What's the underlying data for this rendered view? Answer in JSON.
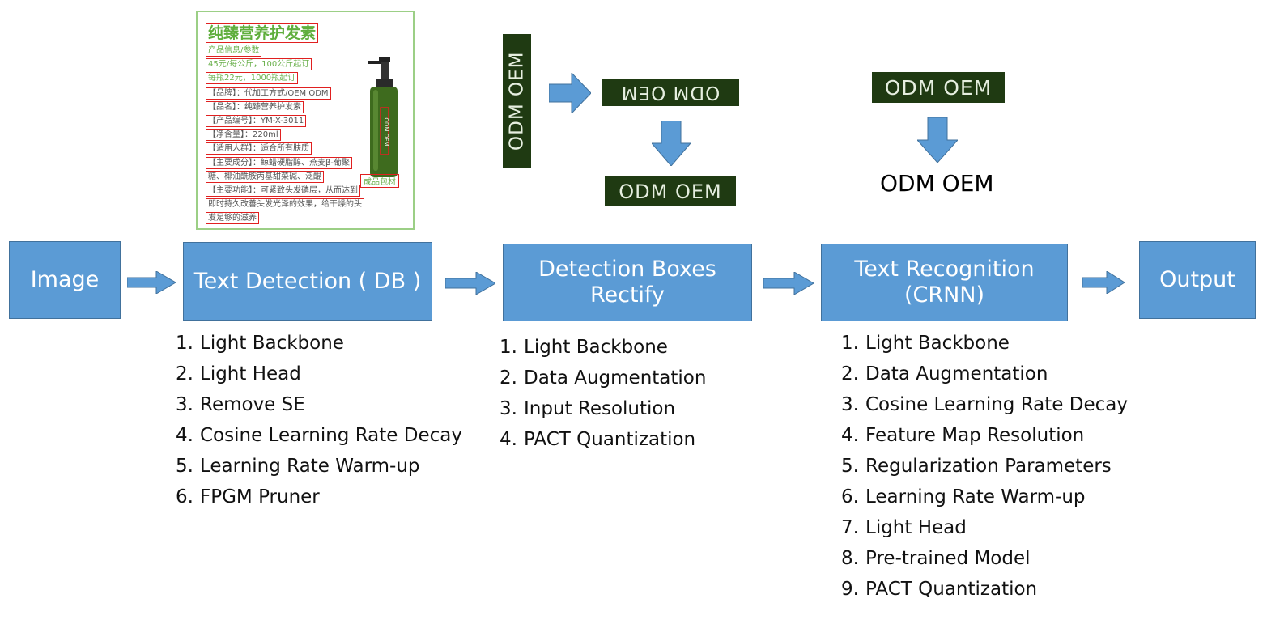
{
  "pipeline": {
    "image": "Image",
    "text_detection": "Text Detection ( DB )",
    "detection_rectify_line1": "Detection Boxes",
    "detection_rectify_line2": "Rectify",
    "text_recognition_line1": "Text Recognition",
    "text_recognition_line2": "(CRNN)",
    "output": "Output"
  },
  "detection_list": [
    "Light Backbone",
    "Light Head",
    "Remove SE",
    "Cosine Learning Rate Decay",
    "Learning Rate Warm-up",
    "FPGM Pruner"
  ],
  "rectify_list": [
    "Light Backbone",
    "Data Augmentation",
    "Input Resolution",
    "PACT Quantization"
  ],
  "recognition_list": [
    "Light Backbone",
    "Data Augmentation",
    "Cosine Learning Rate Decay",
    "Feature Map Resolution",
    "Regularization Parameters",
    "Learning Rate Warm-up",
    "Light Head",
    "Pre-trained Model",
    "PACT Quantization"
  ],
  "crops": {
    "vertical": "ODM OEM",
    "flipped": "ODM OEM",
    "rectified": "ODM OEM",
    "recognition_input": "ODM OEM",
    "recognized_text": "ODM OEM"
  },
  "product_image": {
    "title": "纯臻营养护发素",
    "lines": [
      "产品信息/参数",
      "45元/每公斤，100公斤起订",
      "每瓶22元，1000瓶起订",
      "【品牌】：代加工方式/OEM ODM",
      "【品名】：纯臻营养护发素",
      "【产品编号】：YM-X-3011",
      "【净含量】：220ml",
      "【适用人群】：适合所有肤质",
      "【主要成分】：鲸蜡硬脂醇、燕麦β-葡聚",
      "糖、椰油酰胺丙基甜菜碱、泛醌",
      "【主要功能】：可紧致头发磷层，从而达到",
      "即时持久改善头发光泽的效果，给干燥的头",
      "发足够的滋养"
    ],
    "bottle_label": "ODM OEM",
    "tag": "成品包材"
  }
}
